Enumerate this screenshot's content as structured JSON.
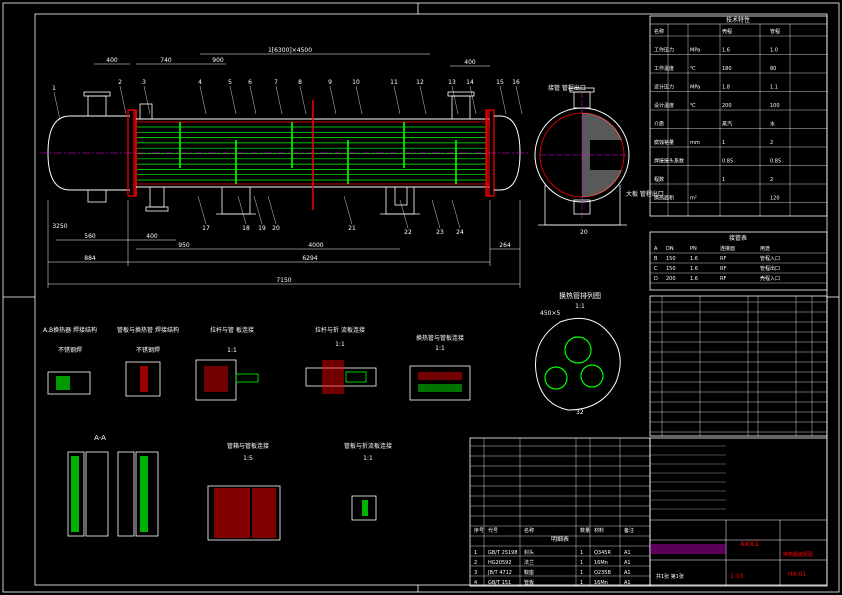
{
  "drawing": {
    "dimensions": {
      "total_length": "7150",
      "tube_length": "1[6300]×4500",
      "d400_left": "400",
      "d740": "740",
      "d900": "900",
      "d400_right": "400",
      "d400_bottom": "400",
      "d950": "950",
      "d4000": "4000",
      "d884": "884",
      "d264": "264",
      "d560": "560",
      "d6294": "6294",
      "d3250": "3250"
    },
    "part_numbers": [
      "1",
      "2",
      "3",
      "4",
      "5",
      "6",
      "7",
      "8",
      "9",
      "10",
      "11",
      "12",
      "13",
      "14",
      "15",
      "16",
      "17",
      "18",
      "19",
      "20",
      "21",
      "22",
      "23",
      "24"
    ],
    "side_view_labels": {
      "top": "接管\n管程出口",
      "bottom": "大板\n管程出口"
    },
    "right_dim": "20",
    "detail_titles": [
      {
        "title": "A,B换热器\n焊接结构",
        "sub": "不锈钢焊"
      },
      {
        "title": "管板与换热管\n焊接结构",
        "sub": "不锈钢焊"
      },
      {
        "title": "拉杆与管\n板连接",
        "sub": "1:1"
      },
      {
        "title": "拉杆与折\n流板连接",
        "sub": "1:1"
      },
      {
        "title": "换热管与管板连接",
        "sub": "1:1"
      }
    ],
    "section_aa": "A-A",
    "section_labels": {
      "title1": "管箱与管板连接",
      "scale1": "1:5",
      "title2": "管板与折流板连接",
      "scale2": "1:1"
    },
    "baffle_title": "换热管排列图",
    "baffle_scale": "1:1",
    "baffle_dim": "450×5",
    "baffle_dim2": "32"
  },
  "tech_spec": {
    "header": "技术特性",
    "rows": [
      [
        "名称",
        "",
        "壳程",
        "管程"
      ],
      [
        "工作压力",
        "MPa",
        "1.6",
        "1.0"
      ],
      [
        "工作温度",
        "℃",
        "180",
        "80"
      ],
      [
        "设计压力",
        "MPa",
        "1.8",
        "1.1"
      ],
      [
        "设计温度",
        "℃",
        "200",
        "100"
      ],
      [
        "介质",
        "",
        "蒸汽",
        "水"
      ],
      [
        "腐蚀裕量",
        "mm",
        "1",
        "2"
      ],
      [
        "焊接接头系数",
        "",
        "0.85",
        "0.85"
      ],
      [
        "程数",
        "",
        "1",
        "2"
      ],
      [
        "换热面积",
        "m²",
        "",
        "120"
      ]
    ]
  },
  "nozzle_table": {
    "header": "接管表",
    "rows": [
      [
        "A",
        "DN",
        "PN",
        "连接面",
        "用途"
      ],
      [
        "B",
        "150",
        "1.6",
        "RF",
        "管程入口"
      ],
      [
        "C",
        "150",
        "1.6",
        "RF",
        "管程出口"
      ],
      [
        "D",
        "200",
        "1.6",
        "RF",
        "壳程入口"
      ]
    ]
  },
  "parts_list": {
    "header_cols": [
      "序号",
      "代号",
      "名称",
      "数量",
      "材料",
      "备注"
    ],
    "footer": "明细表",
    "bottom_rows": [
      [
        "1",
        "GB/T 25198",
        "封头",
        "1",
        "Q345R",
        "A1"
      ],
      [
        "2",
        "HG20592",
        "法兰",
        "1",
        "16Mn",
        "A1"
      ],
      [
        "3",
        "JB/T 4712",
        "鞍座",
        "1",
        "Q235B",
        "A1"
      ],
      [
        "4",
        "GB/T 151",
        "管板",
        "1",
        "16Mn",
        "A1"
      ]
    ]
  },
  "title_block": {
    "drawing_no": "xxx1",
    "title": "换热器装配图",
    "scale": "1:10",
    "sheet": "共1张 第1张",
    "code": "HX-01"
  },
  "colors": {
    "outline": "#ffffff",
    "tube": "#00ff00",
    "hatch": "#ff0000",
    "dimension": "#00ffff",
    "label": "#ffff00",
    "center": "#ff00ff",
    "title_red": "#ff0000"
  }
}
